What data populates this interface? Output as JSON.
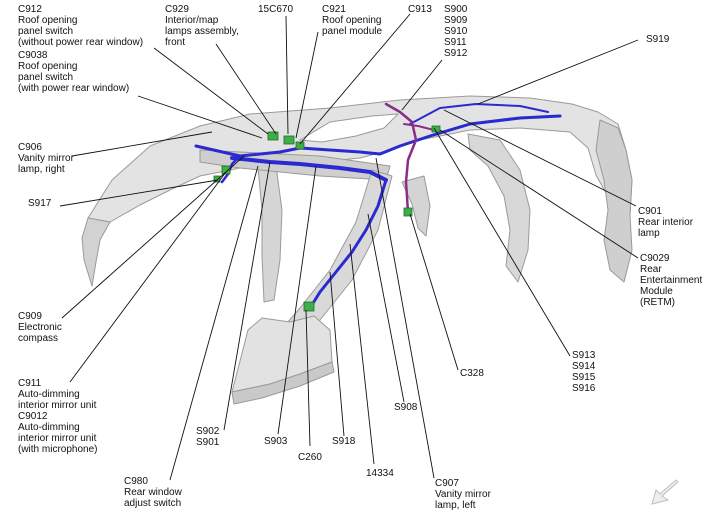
{
  "colors": {
    "structure_fill": "#e3e3e3",
    "structure_dark": "#c4c4c4",
    "structure_edge": "#9a9a9a",
    "harness": "#2a2ad0",
    "harness_purple": "#8a2c8a",
    "connector": "#3fae4a",
    "leader": "#111111"
  },
  "labels": [
    {
      "id": "c912",
      "lines": [
        "C912",
        "Roof opening",
        "panel switch",
        "(without power rear window)"
      ]
    },
    {
      "id": "c9038",
      "lines": [
        "C9038",
        "Roof opening",
        "panel switch",
        "(with power rear window)"
      ]
    },
    {
      "id": "c929",
      "lines": [
        "C929",
        "Interior/map",
        "lamps assembly,",
        "front"
      ]
    },
    {
      "id": "15c670",
      "lines": [
        "15C670"
      ]
    },
    {
      "id": "c921",
      "lines": [
        "C921",
        "Roof opening",
        "panel module"
      ]
    },
    {
      "id": "c913",
      "lines": [
        "C913"
      ]
    },
    {
      "id": "s900",
      "lines": [
        "S900",
        "S909",
        "S910",
        "S911",
        "S912"
      ]
    },
    {
      "id": "s919",
      "lines": [
        "S919"
      ]
    },
    {
      "id": "c906",
      "lines": [
        "C906",
        "Vanity mirror",
        "lamp, right"
      ]
    },
    {
      "id": "s917",
      "lines": [
        "S917"
      ]
    },
    {
      "id": "c909",
      "lines": [
        "C909",
        "Electronic",
        "compass"
      ]
    },
    {
      "id": "c911",
      "lines": [
        "C911",
        "Auto-dimming",
        "interior mirror unit",
        "C9012",
        "Auto-dimming",
        "interior mirror unit",
        "(with microphone)"
      ]
    },
    {
      "id": "s902",
      "lines": [
        "S902",
        "S901"
      ]
    },
    {
      "id": "c980",
      "lines": [
        "C980",
        "Rear window",
        "adjust switch"
      ]
    },
    {
      "id": "s903",
      "lines": [
        "S903"
      ]
    },
    {
      "id": "c260",
      "lines": [
        "C260"
      ]
    },
    {
      "id": "s918",
      "lines": [
        "S918"
      ]
    },
    {
      "id": "14334",
      "lines": [
        "14334"
      ]
    },
    {
      "id": "s908",
      "lines": [
        "S908"
      ]
    },
    {
      "id": "c907",
      "lines": [
        "C907",
        "Vanity mirror",
        "lamp, left"
      ]
    },
    {
      "id": "c328",
      "lines": [
        "C328"
      ]
    },
    {
      "id": "s913",
      "lines": [
        "S913",
        "S914",
        "S915",
        "S916"
      ]
    },
    {
      "id": "c901",
      "lines": [
        "C901",
        "Rear interior",
        "lamp"
      ]
    },
    {
      "id": "c9029",
      "lines": [
        "C9029",
        "Rear",
        "Entertainment",
        "Module",
        "(RETM)"
      ]
    }
  ],
  "icons": {
    "nav": "arrow-down-left-icon"
  }
}
